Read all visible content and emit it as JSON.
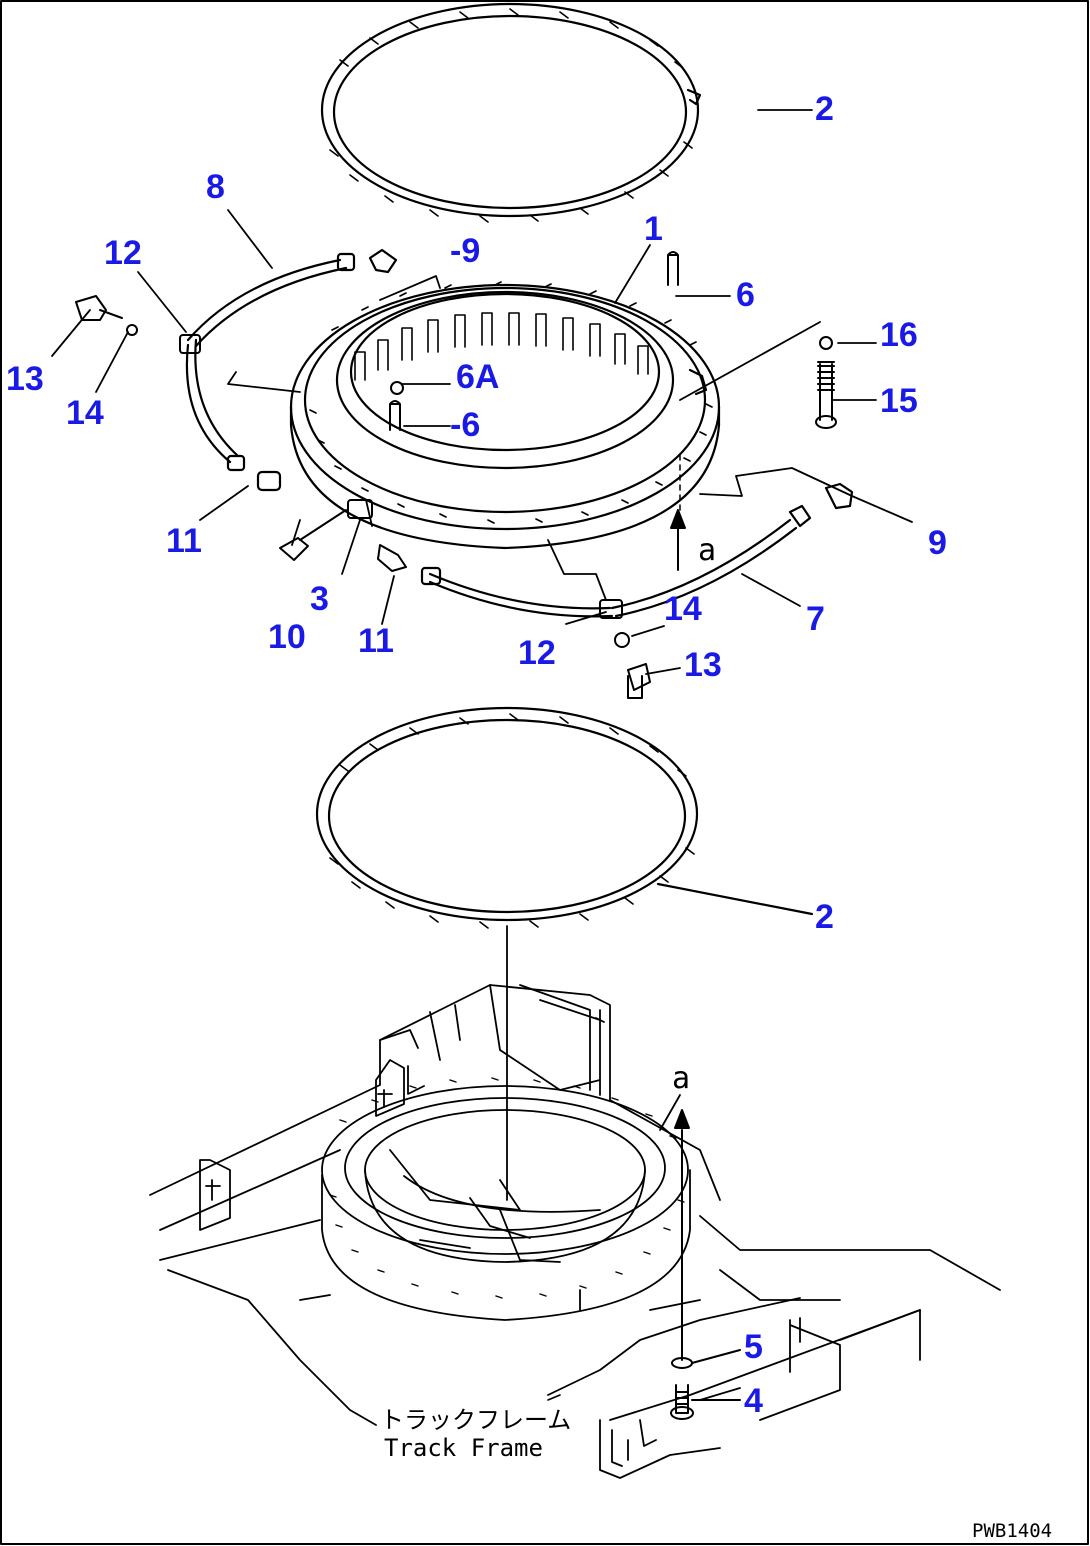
{
  "callouts": [
    {
      "id": "c1",
      "text": "1"
    },
    {
      "id": "c2a",
      "text": "2"
    },
    {
      "id": "c2b",
      "text": "2"
    },
    {
      "id": "c3",
      "text": "3"
    },
    {
      "id": "c4",
      "text": "4"
    },
    {
      "id": "c5",
      "text": "5"
    },
    {
      "id": "c6a",
      "text": "6"
    },
    {
      "id": "c6b",
      "text": "-6"
    },
    {
      "id": "c6A",
      "text": "6A"
    },
    {
      "id": "c7",
      "text": "7"
    },
    {
      "id": "c8",
      "text": "8"
    },
    {
      "id": "c9a",
      "text": "-9"
    },
    {
      "id": "c9b",
      "text": "9"
    },
    {
      "id": "c10",
      "text": "10"
    },
    {
      "id": "c11a",
      "text": "11"
    },
    {
      "id": "c11b",
      "text": "11"
    },
    {
      "id": "c12a",
      "text": "12"
    },
    {
      "id": "c12b",
      "text": "12"
    },
    {
      "id": "c13a",
      "text": "13"
    },
    {
      "id": "c13b",
      "text": "13"
    },
    {
      "id": "c14a",
      "text": "14"
    },
    {
      "id": "c14b",
      "text": "14"
    },
    {
      "id": "c15",
      "text": "15"
    },
    {
      "id": "c16",
      "text": "16"
    }
  ],
  "view_marker_top": "a",
  "view_marker_bottom": "a",
  "track_frame_jp": "トラックフレーム",
  "track_frame_en": "Track Frame",
  "drawing_code": "PWB1404",
  "colors": {
    "callout": "#1a1ae6",
    "line": "#000000",
    "background": "#ffffff"
  }
}
